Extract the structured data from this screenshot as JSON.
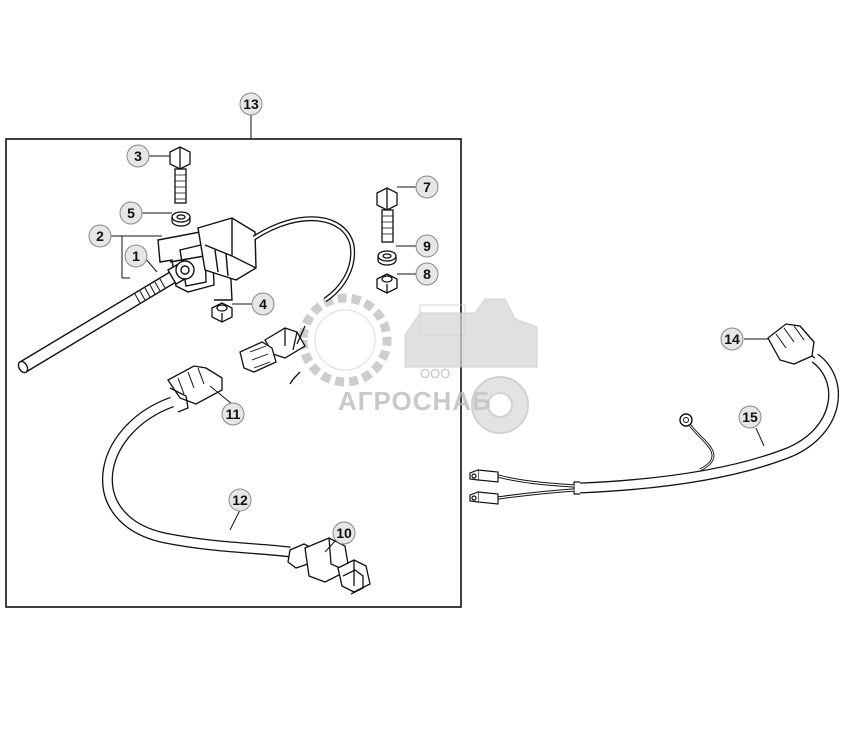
{
  "callouts": {
    "c1": "1",
    "c2": "2",
    "c3": "3",
    "c4": "4",
    "c5": "5",
    "c6": "7",
    "c7": "9",
    "c8": "8",
    "c9": "10",
    "c10": "11",
    "c11": "12",
    "c12": "13",
    "c13": "14",
    "c14": "15"
  },
  "watermark": {
    "prefix": "ООО",
    "brand": "АГРОСНАБ"
  },
  "colors": {
    "line": "#111111",
    "watermark": "#b8b8b8",
    "background": "#ffffff"
  }
}
